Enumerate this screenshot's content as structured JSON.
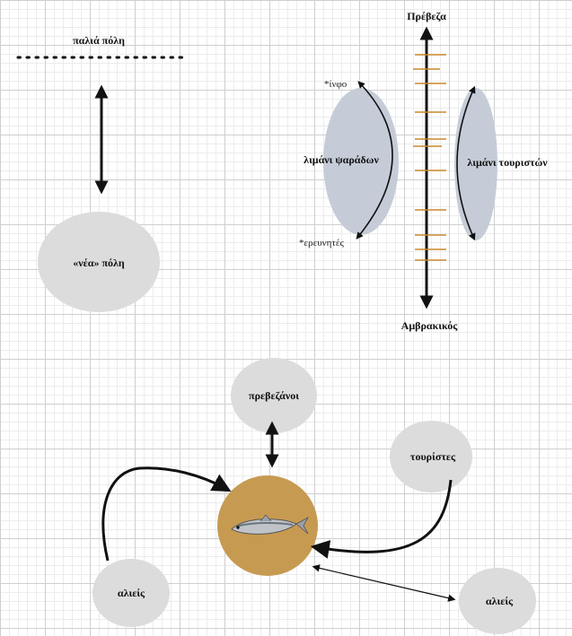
{
  "labels": {
    "old_town": "παλιά πόλη",
    "new_town": "«νέα» πόλη",
    "preveza": "Πρέβεζα",
    "amvrakikos": "Αμβρακικός",
    "fishermen_port": "λιμάνι ψαράδων",
    "tourist_port": "λιμάνι τουριστών",
    "info_note": "*ίνφο",
    "researchers_note": "*ερευνητές",
    "prevezanoi": "πρεβεζάνοι",
    "tourists": "τουρίστες",
    "fishermen_left": "αλιείς",
    "fishermen_right": "αλιείς"
  },
  "colors": {
    "background": "#ffffff",
    "grey_bubble": "#dcdcdc",
    "blue_bubble": "#c5ccd8",
    "fish_circle": "#c79a52",
    "tick_marks": "#c8892a",
    "line": "#111111"
  },
  "icons": {
    "center": "fish-icon"
  }
}
